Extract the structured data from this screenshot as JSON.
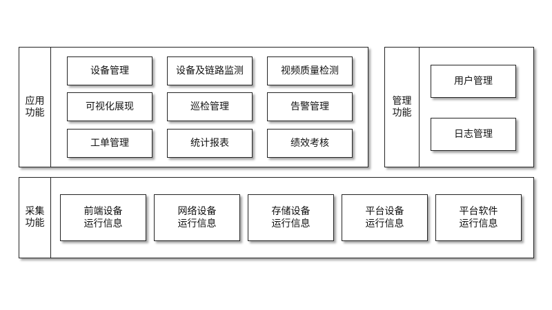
{
  "application": {
    "label": "应用功能",
    "items": [
      "设备管理",
      "设备及链路监测",
      "视频质量检测",
      "可视化展现",
      "巡检管理",
      "告警管理",
      "工单管理",
      "统计报表",
      "绩效考核"
    ]
  },
  "management": {
    "label": "管理功能",
    "items": [
      "用户管理",
      "日志管理"
    ]
  },
  "collection": {
    "label": "采集功能",
    "items": [
      "前端设备运行信息",
      "网络设备运行信息",
      "存储设备运行信息",
      "平台设备运行信息",
      "平台软件运行信息"
    ]
  }
}
